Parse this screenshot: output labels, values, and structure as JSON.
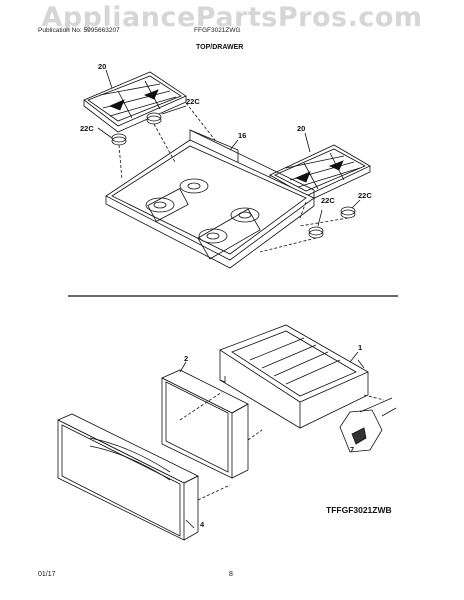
{
  "watermark": "AppliancePartsPros.com",
  "header": {
    "publication": "Publication No: 5995663207",
    "model": "FFGF3021ZWG",
    "section": "TOP/DRAWER"
  },
  "callouts": {
    "grate_left": "20",
    "grate_right": "20",
    "foot_upper": "22C",
    "foot_left": "22C",
    "foot_right_a": "22C",
    "foot_right_b": "22C",
    "cooktop": "16",
    "drawer_body": "1",
    "drawer_back": "2",
    "drawer_front": "4",
    "drawer_clip": "7"
  },
  "diagram_code": "TFFGF3021ZWB",
  "footer": {
    "date": "01/17",
    "page": "8"
  }
}
